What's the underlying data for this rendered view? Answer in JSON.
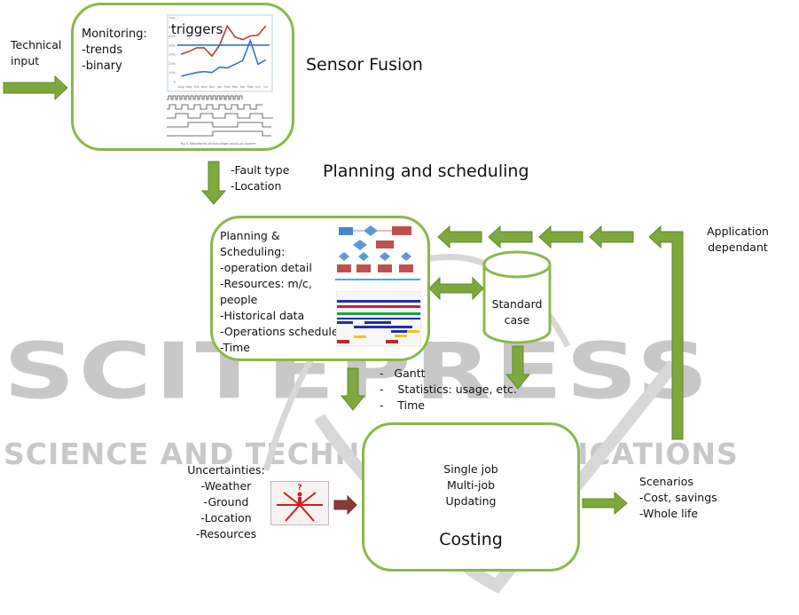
{
  "colors": {
    "box_border": "#8cb84a",
    "arrow_fill": "#7da83d",
    "arrow_stroke": "#5e8a2a",
    "uncertainty_arrow": "#8b3a3a",
    "trend_red": "#c0392b",
    "trend_blue": "#2e75c6",
    "watermark": "#c8c8c8"
  },
  "inputs": {
    "technical_input": "Technical\ninput"
  },
  "monitoring": {
    "label": "Monitoring:\n-trends\n-binary",
    "chart_overlay": "triggers",
    "waveform_caption": "Fig 4. Waveforms of four-stage count-up counter"
  },
  "sensor_fusion": {
    "title": "Sensor\nFusion"
  },
  "fault_info": {
    "text": "-Fault type\n-Location"
  },
  "planning_section": {
    "title": "Planning and\nscheduling"
  },
  "planning_box": {
    "text": "Planning &\nScheduling:\n-operation detail\n-Resources: m/c,\npeople\n-Historical data\n-Operations schedule\n-Time"
  },
  "standard_case": {
    "label": "Standard\ncase"
  },
  "outputs_list": {
    "items": [
      "-   Gantt",
      "-    Statistics: usage, etc.",
      "-    Time"
    ]
  },
  "application": {
    "text": "Application\ndependant"
  },
  "uncertainties": {
    "text": "Uncertainties:\n-Weather\n-Ground\n-Location\n-Resources"
  },
  "costing_box": {
    "modes": "Single job\nMulti-job\nUpdating",
    "title": "Costing"
  },
  "scenarios": {
    "text": "Scenarios\n-Cost, savings\n-Whole life"
  },
  "watermark": {
    "line1": "SCITEPRESS",
    "line2": "SCIENCE AND TECHNOLOGY PUBLICATIONS"
  },
  "chart_data": {
    "type": "line",
    "title": "",
    "categories": [
      "Aug",
      "Sep",
      "Oct",
      "Nov",
      "Dec",
      "Jan",
      "Feb",
      "Mar",
      "Apr",
      "May",
      "Jun",
      "Jul"
    ],
    "series": [
      {
        "name": "red",
        "values": [
          30,
          33,
          37,
          37,
          28,
          40,
          61,
          49,
          46,
          50,
          51,
          61
        ]
      },
      {
        "name": "blue",
        "values": [
          6,
          8,
          10,
          11,
          10,
          16,
          15,
          19,
          23,
          45,
          19,
          24
        ]
      },
      {
        "name": "trigger",
        "values": [
          40,
          40,
          40,
          40,
          40,
          40,
          40,
          40,
          40,
          40,
          40,
          40
        ]
      }
    ],
    "ylim": [
      0,
      70
    ],
    "yticks": [
      "0",
      "10%",
      "20%",
      "30%",
      "40%",
      "50%",
      "60%",
      "70%"
    ],
    "annotation": "triggers",
    "xlabel": "",
    "ylabel": ""
  }
}
